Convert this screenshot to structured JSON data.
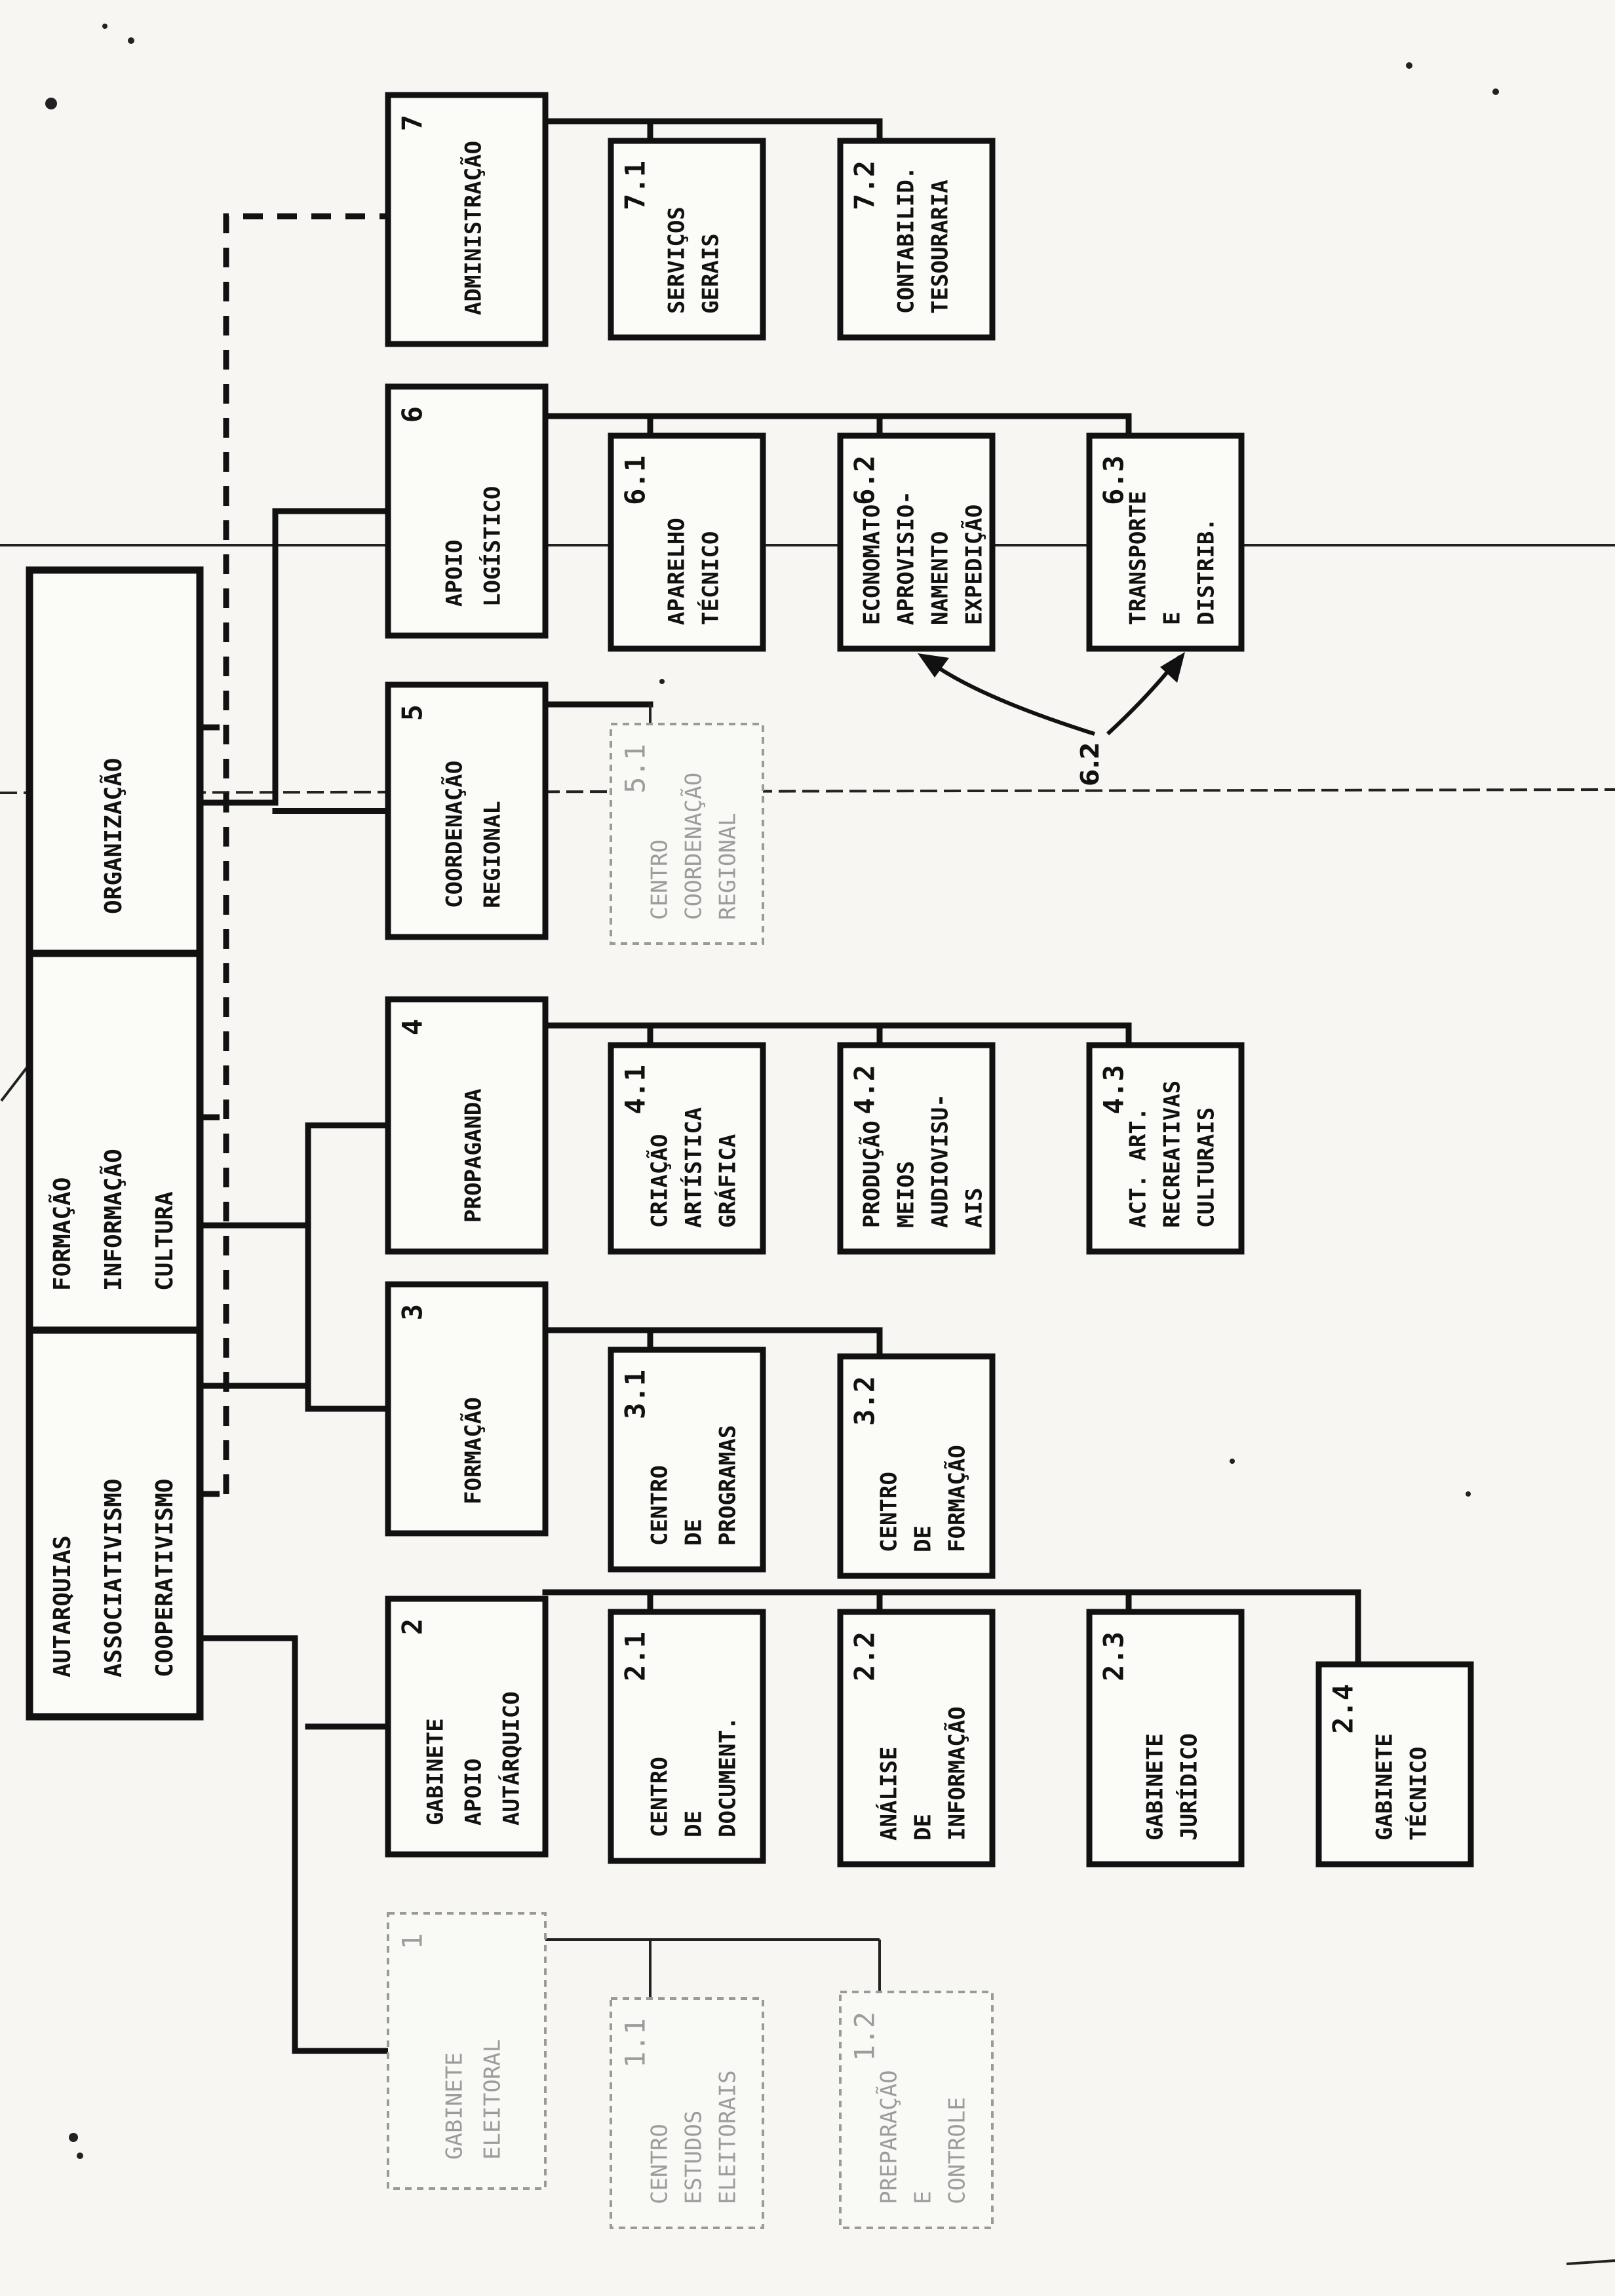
{
  "root_boxes": [
    {
      "id": "autarquias",
      "lines": [
        "AUTARQUIAS",
        "ASSOCIATIVISMO",
        "COOPERATIVISMO"
      ]
    },
    {
      "id": "formacao-info",
      "lines": [
        "FORMAÇÃO",
        "INFORMAÇÃO",
        "CULTURA"
      ]
    },
    {
      "id": "organizacao",
      "lines": [
        "ORGANIZAÇÃO"
      ]
    }
  ],
  "departments": [
    {
      "num": "1",
      "lines": [
        "GABINETE",
        "ELEITORAL"
      ],
      "faint": true,
      "children": [
        {
          "num": "1.1",
          "lines": [
            "CENTRO",
            "ESTUDOS",
            "ELEITORAIS"
          ],
          "faint": true
        },
        {
          "num": "1.2",
          "lines": [
            "PREPARAÇÃO",
            "E",
            "CONTROLE"
          ],
          "faint": true
        }
      ]
    },
    {
      "num": "2",
      "lines": [
        "GABINETE",
        "APOIO",
        "AUTÁRQUICO"
      ],
      "children": [
        {
          "num": "2.1",
          "lines": [
            "CENTRO",
            "DE",
            "DOCUMENT."
          ]
        },
        {
          "num": "2.2",
          "lines": [
            "ANÁLISE",
            "DE",
            "INFORMAÇÃO"
          ]
        },
        {
          "num": "2.3",
          "lines": [
            "GABINETE",
            "JURÍDICO"
          ]
        },
        {
          "num": "2.4",
          "lines": [
            "GABINETE",
            "TÉCNICO"
          ]
        }
      ]
    },
    {
      "num": "3",
      "lines": [
        "FORMAÇÃO"
      ],
      "children": [
        {
          "num": "3.1",
          "lines": [
            "CENTRO",
            "DE",
            "PROGRAMAS"
          ]
        },
        {
          "num": "3.2",
          "lines": [
            "CENTRO",
            "DE",
            "FORMAÇÃO"
          ]
        }
      ]
    },
    {
      "num": "4",
      "lines": [
        "PROPAGANDA"
      ],
      "children": [
        {
          "num": "4.1",
          "lines": [
            "CRIAÇÃO",
            "ARTÍSTICA",
            "GRÁFICA"
          ]
        },
        {
          "num": "4.2",
          "lines": [
            "PRODUÇÃO",
            "MEIOS",
            "AUDIOVISU-",
            "AIS"
          ]
        },
        {
          "num": "4.3",
          "lines": [
            "ACT. ART.",
            "RECREATIVAS",
            "CULTURAIS"
          ]
        }
      ]
    },
    {
      "num": "5",
      "lines": [
        "COORDENAÇÃO",
        "REGIONAL"
      ],
      "children": [
        {
          "num": "5.1",
          "lines": [
            "CENTRO",
            "COORDENAÇÃO",
            "REGIONAL"
          ],
          "faint": true
        }
      ]
    },
    {
      "num": "6",
      "lines": [
        "APOIO",
        "LOGÍSTICO"
      ],
      "children": [
        {
          "num": "6.1",
          "lines": [
            "APARELHO",
            "TÉCNICO"
          ]
        },
        {
          "num": "6.2",
          "lines": [
            "ECONOMATO",
            "APROVISIO-",
            "NAMENTO",
            "EXPEDIÇÃO"
          ]
        },
        {
          "num": "6.3",
          "lines": [
            "TRANSPORTE",
            "E",
            "DISTRIB."
          ]
        }
      ]
    },
    {
      "num": "7",
      "lines": [
        "ADMINISTRAÇÃO"
      ],
      "children": [
        {
          "num": "7.1",
          "lines": [
            "SERVIÇOS",
            "GERAIS"
          ]
        },
        {
          "num": "7.2",
          "lines": [
            "CONTABILID.",
            "TESOURARIA"
          ]
        }
      ]
    }
  ],
  "annotation": {
    "text": "6.2"
  }
}
